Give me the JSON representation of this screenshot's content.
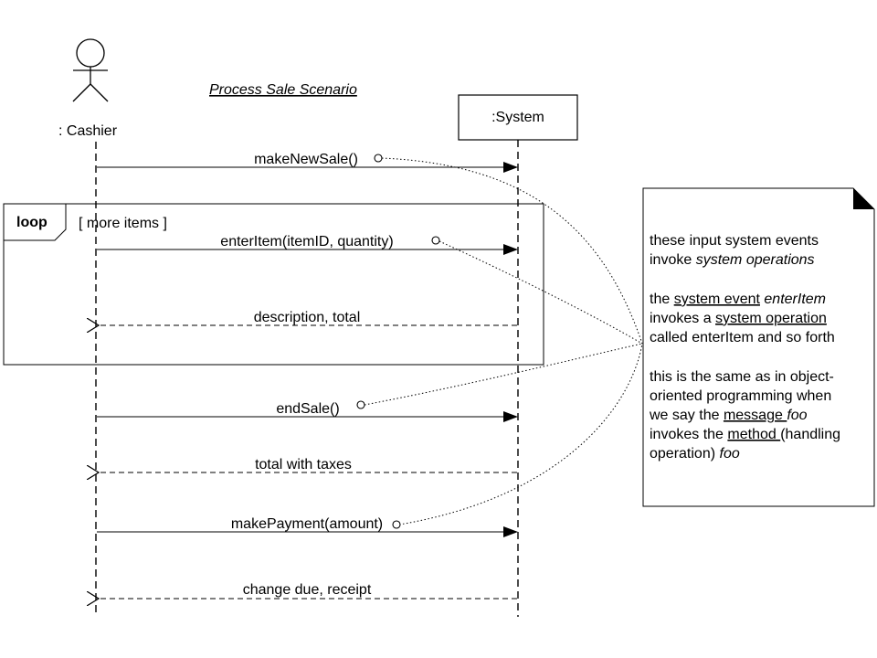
{
  "diagram": {
    "title": "Process Sale Scenario",
    "actor": {
      "label": ": Cashier"
    },
    "system": {
      "label": ":System"
    },
    "loop": {
      "keyword": "loop",
      "guard": "[ more items ]"
    },
    "messages": [
      {
        "label": "makeNewSale()",
        "kind": "call"
      },
      {
        "label": "enterItem(itemID, quantity)",
        "kind": "call"
      },
      {
        "label": "description, total",
        "kind": "return"
      },
      {
        "label": "endSale()",
        "kind": "call"
      },
      {
        "label": "total with taxes",
        "kind": "return"
      },
      {
        "label": "makePayment(amount)",
        "kind": "call"
      },
      {
        "label": "change due, receipt",
        "kind": "return"
      }
    ],
    "note": {
      "para1": {
        "line1": "these input system events",
        "line2_plain": "invoke ",
        "line2_italic": "system operations"
      },
      "para2": {
        "l1_a": "the ",
        "l1_b": "system event",
        "l1_c": " ",
        "l1_d": "enterItem",
        "l2_a": "invokes a ",
        "l2_b": "system operation",
        "l3": "called enterItem and so forth"
      },
      "para3": {
        "line1": "this is the same as in object-",
        "line2": "oriented programming when",
        "l3_a": "we say the ",
        "l3_b": "message ",
        "l3_c": "foo",
        "l4_a": "invokes the ",
        "l4_b": "method ",
        "l4_c": "(handling",
        "l5_a": "operation) ",
        "l5_b": "foo"
      }
    }
  }
}
